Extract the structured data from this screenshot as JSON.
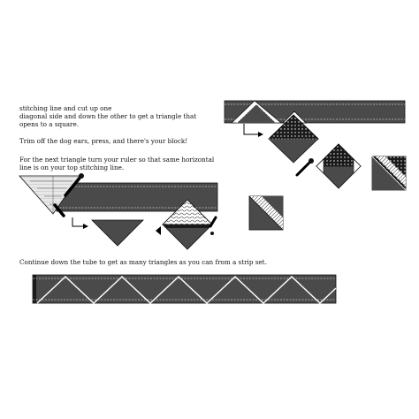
{
  "instructions": {
    "p1_line1": "stitching line and cut up one",
    "p1_line2": "diagonal side and down the other to get a triangle that",
    "p1_line3": "opens to a square.",
    "p2_line1": "Trim off the dog ears, press, and there's your block!",
    "p3_line1": "For the next triangle turn your ruler so that same horizontal",
    "p3_line2": "line is on your top stitching line.",
    "p4_line1": "Continue down the tube to get as many triangles as you can from a strip set."
  },
  "colors": {
    "fabric_dark": "#4a4a4a",
    "fabric_black": "#1a1a1a",
    "stitch_line": "#ffffff",
    "arrow": "#000000"
  }
}
